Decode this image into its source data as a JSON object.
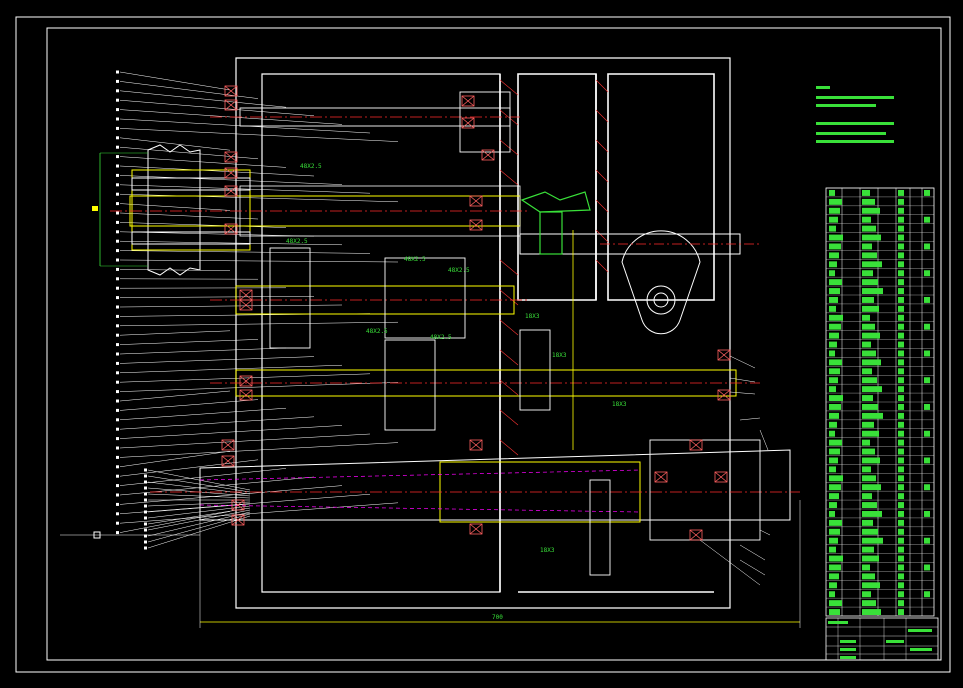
{
  "drawing": {
    "colors": {
      "background": "#000000",
      "frame": "#ffffff",
      "housing": "#ffffff",
      "shaft": "#ffff00",
      "centerline": "#ff2a2a",
      "hatch": "#ff3333",
      "gear": "#ffff66",
      "dimension": "#39e039",
      "leader": "#ffffff",
      "bearing": "#ff6060",
      "spindle_axis": "#ff00ff"
    },
    "dimension_labels": [
      "48X2.5",
      "48X2.5",
      "48X2.5",
      "48X2.5",
      "48X2.5",
      "48X2.5",
      "18X3",
      "18X3",
      "18X3",
      "18X3"
    ],
    "overall_dimension": "700",
    "tech_notes_count": 4,
    "parts_list_rows": 48,
    "title_block": {
      "rows": 4
    }
  }
}
